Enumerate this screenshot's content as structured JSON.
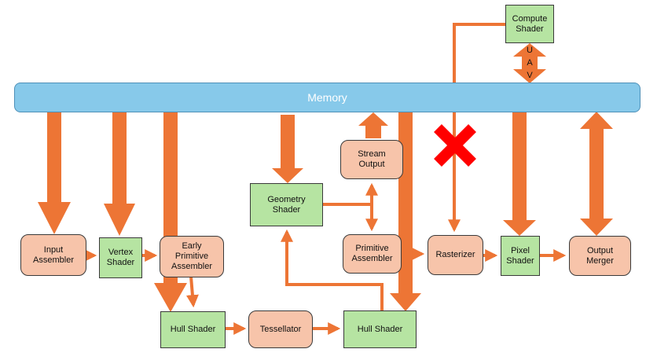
{
  "colors": {
    "arrow": "#ed7535",
    "cross": "#ff0000",
    "memory": "#87c9ea",
    "shader": "#b6e4a2",
    "fixed_function": "#f7c4aa"
  },
  "memory": {
    "label": "Memory"
  },
  "nodes": {
    "input_assembler": "Input\nAssembler",
    "vertex_shader": "Vertex\nShader",
    "early_primitive_assembler": "Early\nPrimitive\nAssembler",
    "hull_shader_1": "Hull Shader",
    "tessellator": "Tessellator",
    "hull_shader_2": "Hull Shader",
    "geometry_shader": "Geometry\nShader",
    "stream_output": "Stream\nOutput",
    "primitive_assembler": "Primitive\nAssembler",
    "rasterizer": "Rasterizer",
    "pixel_shader": "Pixel\nShader",
    "output_merger": "Output\nMerger",
    "compute_shader": "Compute\nShader"
  },
  "uav_letters": [
    "U",
    "A",
    "V"
  ]
}
